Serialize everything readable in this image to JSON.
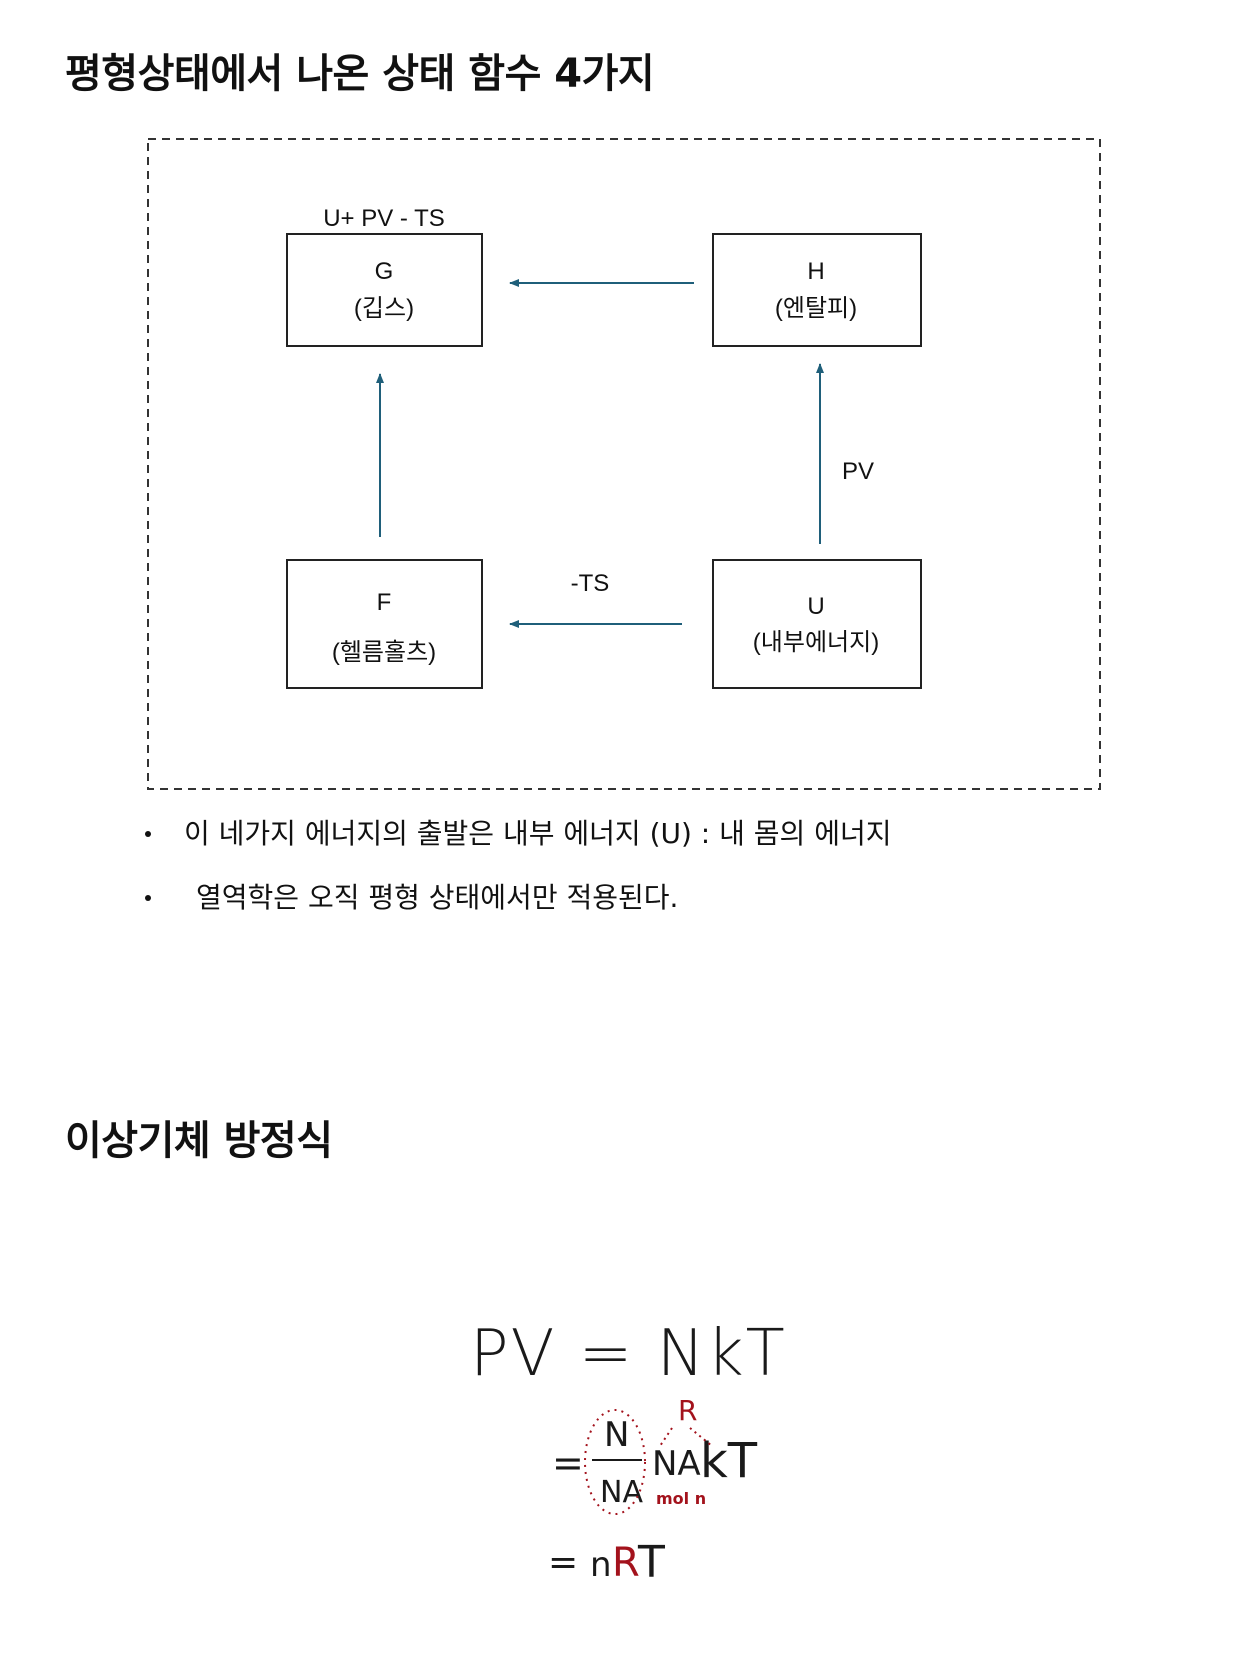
{
  "section1": {
    "title": "평형상태에서 나온 상태 함수 4가지",
    "diagram": {
      "top_label": "U+ PV - TS",
      "boxes": {
        "G": {
          "symbol": "G",
          "name": "(깁스)"
        },
        "H": {
          "symbol": "H",
          "name": "(엔탈피)"
        },
        "F": {
          "symbol": "F",
          "name": "(헬름홀츠)"
        },
        "U": {
          "symbol": "U",
          "name": "(내부에너지)"
        }
      },
      "arrow_labels": {
        "pv": "PV",
        "ts": "-TS"
      },
      "colors": {
        "arrow": "#1f5f7a",
        "box_border": "#222222",
        "frame": "#333333"
      }
    },
    "bullets": [
      "이 네가지 에너지의 출발은 내부 에너지 (U) : 내 몸의 에너지",
      "열역학은 오직 평형 상태에서만 적용된다."
    ]
  },
  "section2": {
    "title": "이상기체 방정식",
    "handwriting": {
      "line1": "PV = NkT",
      "line2": {
        "eq": "=",
        "numerator": "N",
        "denominator": "NA",
        "factor": "NA",
        "sub": "A",
        "k": "kT",
        "annotation_r": "R",
        "annotation_mol": "mol n"
      },
      "line3": {
        "eq": "=",
        "n": "n",
        "R": "R",
        "T": "T"
      },
      "colors": {
        "ink": "#1a1a1a",
        "red": "#a3121c"
      }
    }
  }
}
